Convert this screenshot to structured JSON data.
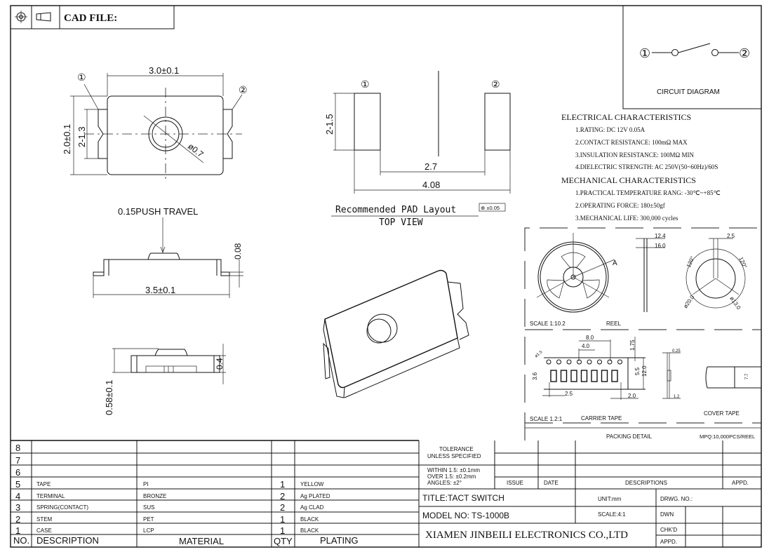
{
  "header": {
    "cad_label": "CAD FILE:"
  },
  "circuit": {
    "pin1": "①",
    "pin2": "②",
    "label": "CIRCUIT DIAGRAM"
  },
  "electrical": {
    "title": "ELECTRICAL CHARACTERISTICS",
    "items": [
      "1.RATING: DC 12V 0.05A",
      "2.CONTACT RESISTANCE: 100mΩ MAX",
      "3.INSULATION RESISTANCE: 100MΩ MIN",
      "4.DIELECTRIC STRENGTH: AC 250V(50~60Hz)/60S"
    ]
  },
  "mechanical": {
    "title": "MECHANICAL CHARACTERISTICS",
    "items": [
      "1.PRACTICAL TEMPERATURE RANG: -30℃~+85℃",
      "2.OPERATING FORCE: 180±50gf",
      "3.MECHANICAL LIFE: 300,000 cycles"
    ]
  },
  "top_view": {
    "pin1": "①",
    "pin2": "②",
    "width": "3.0±0.1",
    "height": "2.0±0.1",
    "terminal": "2-1.3",
    "stem_dia": "ø0.7"
  },
  "pad_layout": {
    "pin1": "①",
    "pin2": "②",
    "pad": "2-1.5",
    "inner": "2.7",
    "outer": "4.08",
    "title": "Recommended PAD Layout",
    "tolerance": "⊕ ±0.05",
    "subtitle": "TOP VIEW"
  },
  "side_view": {
    "push": "0.15PUSH TRAVEL",
    "thickness": "0.08",
    "length": "3.5±0.1",
    "height": "0.4",
    "total": "0.58±0.1"
  },
  "reel": {
    "scale": "SCALE 1:10.2",
    "label": "REEL",
    "w1": "12.4",
    "w2": "16.0",
    "slot": "2.5",
    "a1": "120°",
    "a2": "120°",
    "d1": "ø20.0",
    "d2": "ø13.0",
    "mark": "A"
  },
  "tape": {
    "pitch": "8.0",
    "hole_pitch": "4.0",
    "edge": "1.75",
    "hole": "ø1.5",
    "d55": "5.5",
    "w": "12.0",
    "d36": "3.6",
    "d25": "2.5",
    "d20": "2.0",
    "t1": "0.25",
    "t2": "1.2",
    "cover_w": "7.7",
    "scale": "SCALE 1.2:1",
    "carrier": "CARRIER TAPE",
    "cover": "COVER TAPE",
    "packing": "PACKING DETAIL",
    "mpq": "MPQ:10,000PCS/REEL"
  },
  "bom": {
    "rows": [
      {
        "no": "8",
        "desc": "",
        "material": "",
        "qty": "",
        "plating": ""
      },
      {
        "no": "7",
        "desc": "",
        "material": "",
        "qty": "",
        "plating": ""
      },
      {
        "no": "6",
        "desc": "",
        "material": "",
        "qty": "",
        "plating": ""
      },
      {
        "no": "5",
        "desc": "TAPE",
        "material": "PI",
        "qty": "1",
        "plating": "YELLOW"
      },
      {
        "no": "4",
        "desc": "TERMINAL",
        "material": "BRONZE",
        "qty": "2",
        "plating": "Ag PLATED"
      },
      {
        "no": "3",
        "desc": "SPRING(CONTACT)",
        "material": "SUS",
        "qty": "2",
        "plating": "Ag CLAD"
      },
      {
        "no": "2",
        "desc": "STEM",
        "material": "PET",
        "qty": "1",
        "plating": "BLACK"
      },
      {
        "no": "1",
        "desc": "CASE",
        "material": "LCP",
        "qty": "1",
        "plating": "BLACK"
      }
    ],
    "header": {
      "no": "NO.",
      "desc": "DESCRIPTION",
      "material": "MATERIAL",
      "qty": "QTY",
      "plating": "PLATING"
    }
  },
  "title_block": {
    "tol1": "TOLERANCE",
    "tol2": "UNLESS SPECIFIED",
    "tol3": "WITHIN 1.5: ±0.1mm",
    "tol4": "OVER 1.5:  ±0.2mm",
    "tol5": "ANGLES: ±2°",
    "issue": "ISSUE",
    "date": "DATE",
    "descriptions": "DESCRIPTIONS",
    "appd": "APPD.",
    "title": "TITLE:TACT  SWITCH",
    "unit": "UNIT:mm",
    "drwg": "DRWG. NO.:",
    "model": "MODEL  NO: TS-1000B",
    "scale": "SCALE:4:1",
    "dwn": "DWN",
    "company": "XIAMEN JINBEILI ELECTRONICS CO.,LTD",
    "chkd": "CHK'D",
    "appd2": "APPD."
  }
}
